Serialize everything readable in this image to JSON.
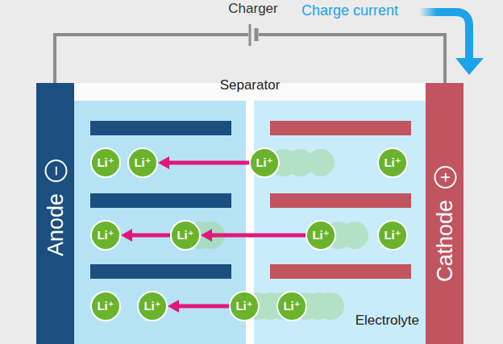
{
  "diagram": {
    "nodes": [
      {
        "text": [
          "Anode",
          "−"
        ]
      },
      {
        "text": [
          "Cathode",
          "+"
        ]
      },
      {
        "text": [
          "Li⁺"
        ]
      },
      {
        "text": [
          "Li⁺"
        ]
      },
      {
        "text": [
          "Li⁺"
        ]
      },
      {
        "text": [
          "Li⁺"
        ]
      },
      {
        "text": [
          "Li⁺"
        ]
      },
      {
        "text": [
          "Li⁺"
        ]
      },
      {
        "text": [
          "Li⁺"
        ]
      },
      {
        "text": [
          "Li⁺"
        ]
      },
      {
        "text": [
          "Li⁺"
        ]
      },
      {
        "text": [
          "Li⁺"
        ]
      },
      {
        "text": [
          "Li⁺"
        ]
      },
      {
        "text": [
          "Li⁺"
        ]
      }
    ],
    "edges": [
      {
        "from": 4,
        "to": 3,
        "arrow": "to"
      },
      {
        "from": 8,
        "to": 7,
        "arrow": "to"
      },
      {
        "from": 7,
        "to": 6,
        "arrow": "to"
      },
      {
        "from": 12,
        "to": 11,
        "arrow": "to"
      }
    ],
    "labels": [
      "Charger",
      "Charge current",
      "Separator",
      "Electrolyte"
    ]
  }
}
